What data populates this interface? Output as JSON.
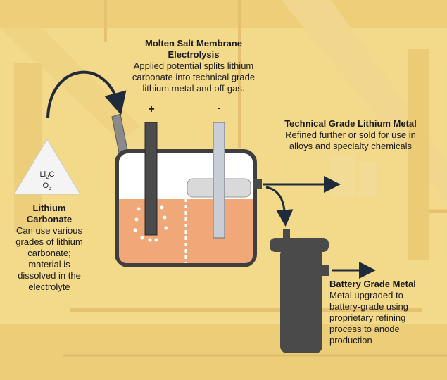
{
  "electrolysis": {
    "title_line1": "Molten Salt Membrane",
    "title_line2": "Electrolysis",
    "desc_line1": "Applied potential splits lithium",
    "desc_line2": "carbonate into technical grade",
    "desc_line3": "lithium metal and off-gas."
  },
  "electrodes": {
    "positive": "+",
    "negative": "-"
  },
  "lithium_carbonate": {
    "formula_line1_prefix": "Li",
    "formula_line1_sub": "2",
    "formula_line1_suffix": "C",
    "formula_line2_prefix": "O",
    "formula_line2_sub": "3",
    "title_line1": "Lithium",
    "title_line2": "Carbonate",
    "desc_lines": [
      "Can use various",
      "grades of lithium",
      "carbonate;",
      "material is",
      "dissolved in the",
      "electrolyte"
    ]
  },
  "technical_grade": {
    "title": "Technical Grade Lithium Metal",
    "desc_line1": "Refined further or sold for use in",
    "desc_line2": "alloys and specialty chemicals"
  },
  "battery_grade": {
    "title": "Battery Grade Metal",
    "desc_lines": [
      "Metal upgraded to",
      "battery-grade using",
      "proprietary refining",
      "process to anode",
      "production"
    ]
  },
  "colors": {
    "background_tint": "#f3d98a",
    "electrolyte": "#f0a878",
    "vessel_outline": "#3f3f3f",
    "electrode_dark": "#4b4b4b",
    "electrode_light": "#c8cdd6",
    "cylinder": "#4a4a4a",
    "arrow": "#1f2a3a"
  }
}
